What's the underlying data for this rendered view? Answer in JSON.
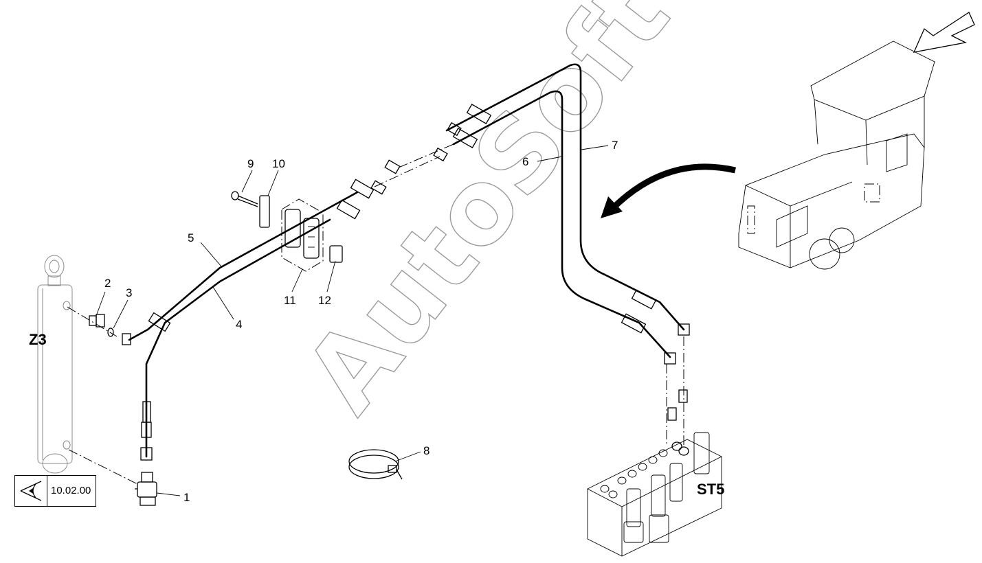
{
  "diagram": {
    "callouts": [
      "1",
      "2",
      "3",
      "4",
      "5",
      "6",
      "7",
      "8",
      "9",
      "10",
      "11",
      "12"
    ],
    "component_labels": {
      "cylinder": "Z3",
      "valve_block": "ST5"
    },
    "reference": {
      "page": "10.02.00",
      "icon": "eye-view-icon"
    },
    "watermark": "AutoSoft",
    "colors": {
      "line": "#000000",
      "ghost": "#8a8a8a",
      "watermark": "#9a9a9a"
    }
  }
}
